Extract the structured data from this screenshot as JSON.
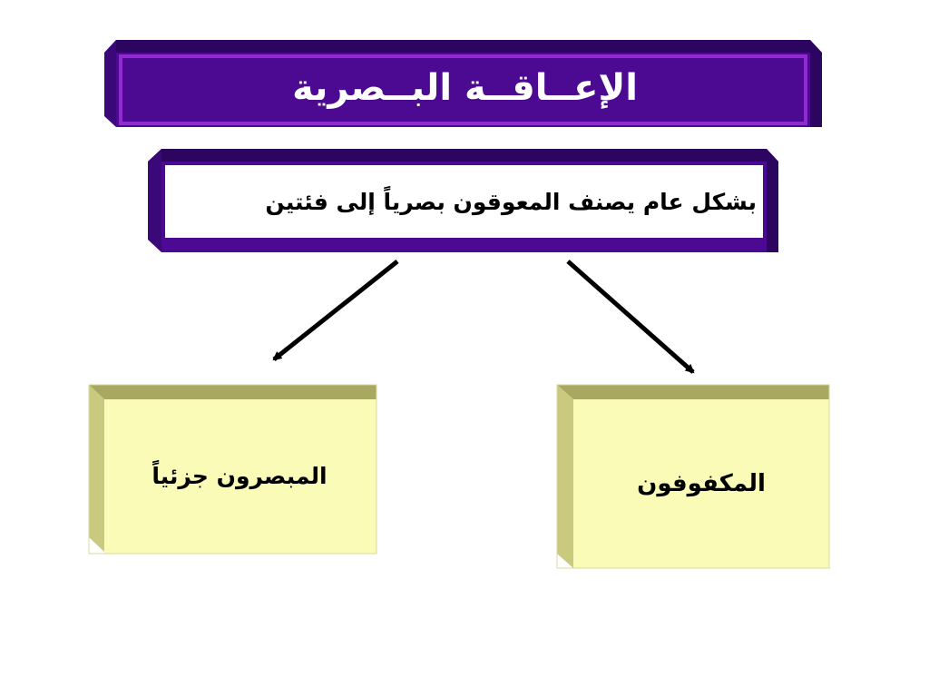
{
  "diagram": {
    "title": "الإعــاقــة البــصرية",
    "subtitle": "بشكل عام يصنف المعوقون بصرياً إلى فئتين",
    "categories": [
      {
        "id": "partially-sighted",
        "label": "المبصرون جزئياً"
      },
      {
        "id": "blind",
        "label": "المكفوفون"
      }
    ]
  },
  "colors": {
    "title_face": "#4b0a91",
    "title_border": "#8f2bd0",
    "subtitle_frame": "#4b0a91",
    "subtitle_face": "#ffffff",
    "box_face": "#fbfbb8",
    "box_bevel": "#a8a860",
    "arrow": "#000000"
  }
}
